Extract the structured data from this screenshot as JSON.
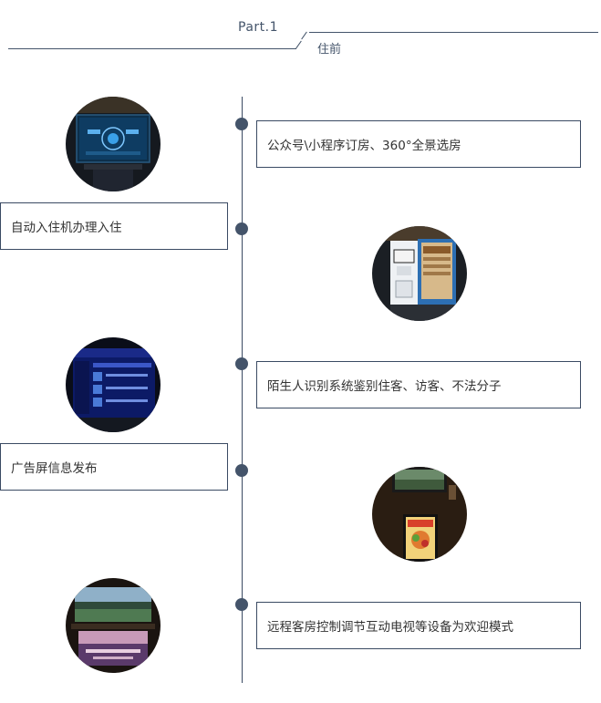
{
  "header": {
    "part": "Part.1",
    "stage": "住前"
  },
  "steps": [
    {
      "text": "公众号\\小程序订房、360°全景选房",
      "photo_icon": "self-service-screen-icon"
    },
    {
      "text": "自动入住机办理入住",
      "photo_icon": "check-in-kiosk-icon"
    },
    {
      "text": "陌生人识别系统鉴别住客、访客、不法分子",
      "photo_icon": "monitoring-software-icon"
    },
    {
      "text": "广告屏信息发布",
      "photo_icon": "advertising-screen-icon"
    },
    {
      "text": "远程客房控制调节互动电视等设备为欢迎模式",
      "photo_icon": "interactive-tv-icon"
    }
  ],
  "colors": {
    "accent": "#44546a",
    "line": "#3a4a63",
    "text": "#333333"
  }
}
